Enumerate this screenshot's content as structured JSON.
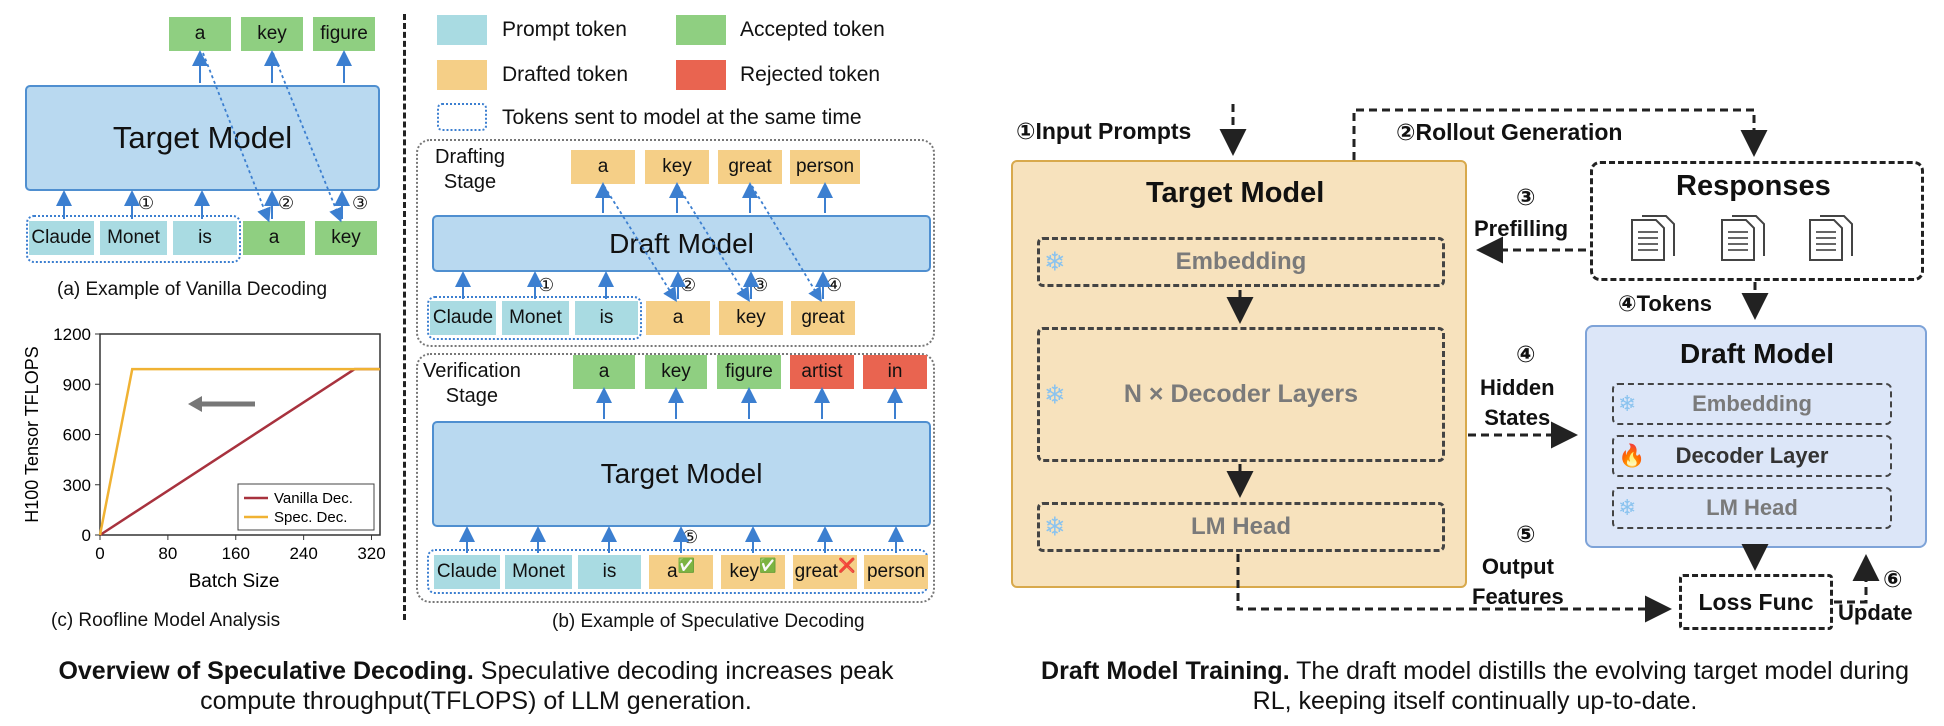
{
  "vanilla": {
    "model_label": "Target Model",
    "input_tokens": [
      "Claude",
      "Monet",
      "is"
    ],
    "output_tokens": [
      "a",
      "key",
      "figure"
    ],
    "accepted_inputs": [
      "a",
      "key"
    ],
    "step_marks": [
      "①",
      "②",
      "③"
    ],
    "caption": "(a) Example of Vanilla Decoding"
  },
  "legend": {
    "prompt": "Prompt token",
    "accepted": "Accepted token",
    "drafted": "Drafted token",
    "rejected": "Rejected token",
    "same_time": "Tokens sent to model at the same time"
  },
  "speculative": {
    "drafting_stage": "Drafting\nStage",
    "draft_model": "Draft Model",
    "draft_outputs": [
      "a",
      "key",
      "great",
      "person"
    ],
    "draft_inputs_prompt": [
      "Claude",
      "Monet",
      "is"
    ],
    "draft_inputs_drafted": [
      "a",
      "key",
      "great"
    ],
    "draft_marks": [
      "①",
      "②",
      "③",
      "④"
    ],
    "verification_stage": "Verification\nStage",
    "target_model": "Target Model",
    "verify_outputs": [
      "a",
      "key",
      "figure",
      "artist",
      "in"
    ],
    "verify_inputs_prompt": [
      "Claude",
      "Monet",
      "is"
    ],
    "verify_inputs_drafted": [
      "a",
      "key",
      "great",
      "person"
    ],
    "verify_mark": "⑤",
    "check": "✅",
    "cross": "❌",
    "caption": "(b) Example of Speculative Decoding"
  },
  "roofline": {
    "caption": "(c) Roofline Model Analysis",
    "chart_data": {
      "type": "line",
      "xlabel": "Batch Size",
      "ylabel": "H100 Tensor TFLOPS",
      "xticks": [
        0,
        80,
        160,
        240,
        320
      ],
      "yticks": [
        0,
        300,
        600,
        900,
        1200
      ],
      "xlim": [
        0,
        330
      ],
      "ylim": [
        0,
        1200
      ],
      "series": [
        {
          "name": "Vanilla Dec.",
          "color": "#a8323e",
          "x": [
            0,
            300,
            330
          ],
          "y": [
            0,
            990,
            990
          ]
        },
        {
          "name": "Spec. Dec.",
          "color": "#f0b233",
          "x": [
            0,
            38,
            330
          ],
          "y": [
            0,
            990,
            990
          ]
        }
      ],
      "legend": "bottom-right",
      "arrow": "left"
    }
  },
  "left_caption": {
    "bold": "Overview of Speculative Decoding.",
    "text": " Speculative decoding increases peak compute throughput(TFLOPS) of LLM generation."
  },
  "training": {
    "input_prompts": "①Input Prompts",
    "rollout": "②Rollout Generation",
    "target_model": "Target Model",
    "embedding": "Embedding",
    "decoder_layers": "N × Decoder Layers",
    "lm_head": "LM Head",
    "prefilling_num": "③",
    "prefilling": "Prefilling",
    "responses": "Responses",
    "tokens": "④Tokens",
    "hidden_num": "④",
    "hidden": "Hidden\nStates",
    "output_num": "⑤",
    "output": "Output\nFeatures",
    "draft_model": "Draft Model",
    "draft_embedding": "Embedding",
    "draft_decoder": "Decoder Layer",
    "draft_lm_head": "LM Head",
    "loss": "Loss Func",
    "update_num": "⑥",
    "update": "Update",
    "icons": {
      "frozen": "snowflake-icon",
      "trainable": "fire-icon",
      "doc": "document-icon"
    },
    "colors": {
      "target": "#f7e2bd",
      "target_border": "#d8a94c",
      "draft": "#dce6f8",
      "draft_border": "#7ea3d8"
    }
  },
  "right_caption": {
    "bold": "Draft Model Training.",
    "text": " The draft model distills the evolving target model during RL, keeping itself continually up-to-date."
  }
}
